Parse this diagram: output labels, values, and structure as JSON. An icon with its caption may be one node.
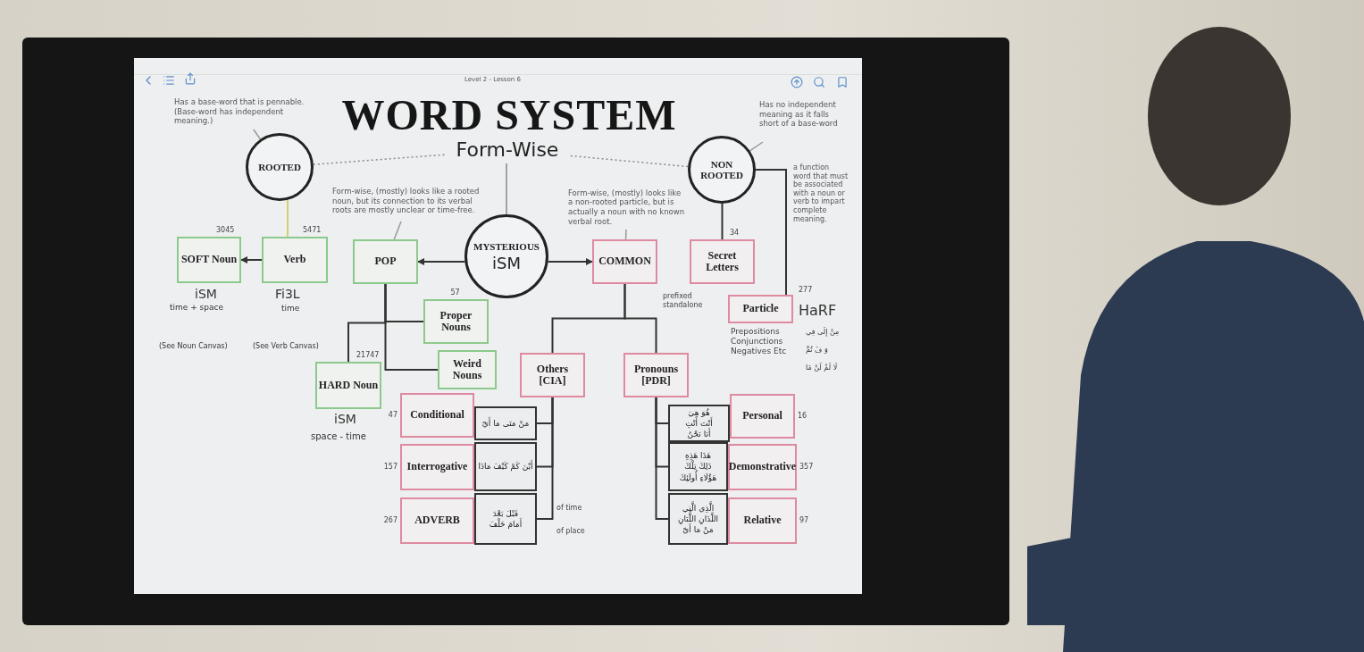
{
  "diagram": {
    "title": "WORD SYSTEM",
    "nodes": [
      {
        "text": [
          "ROOTED"
        ]
      },
      {
        "text": [
          "NON ROOTED"
        ]
      },
      {
        "text": [
          "Form-Wise"
        ]
      },
      {
        "text": [
          "MYSTERIOUS",
          "iSM"
        ]
      },
      {
        "text": [
          "SOFT Noun"
        ],
        "beside": [
          "3045"
        ]
      },
      {
        "text": [
          "Verb"
        ],
        "beside": [
          "5471"
        ]
      },
      {
        "text": [
          "POP"
        ]
      },
      {
        "text": [
          "COMMON"
        ]
      },
      {
        "text": [
          "Secret Letters"
        ],
        "beside": [
          "34"
        ]
      },
      {
        "text": [
          "Proper Nouns"
        ],
        "beside": [
          "57"
        ]
      },
      {
        "text": [
          "Particle"
        ],
        "beside": [
          "277"
        ]
      },
      {
        "text": [
          "Weird Nouns"
        ]
      },
      {
        "text": [
          "HARD Noun"
        ],
        "beside": [
          "21747"
        ]
      },
      {
        "text": [
          "Others",
          "[CIA]"
        ]
      },
      {
        "text": [
          "Pronouns",
          "[PDR]"
        ]
      },
      {
        "text": [
          "Conditional"
        ],
        "beside": [
          "47"
        ]
      },
      {
        "text": [
          "مَنْ مَتَى مَا أَيّ"
        ]
      },
      {
        "text": [
          "Personal"
        ],
        "beside": [
          "16"
        ]
      },
      {
        "text": [
          "هُوَ هِيَ",
          "أَنْتَ أَنْتِ",
          "أَنَا نَحْنُ"
        ]
      },
      {
        "text": [
          "Interrogative"
        ],
        "beside": [
          "157"
        ]
      },
      {
        "text": [
          "أَيْنَ كَمْ كَيْفَ مَاذَا"
        ]
      },
      {
        "text": [
          "Demonstrative"
        ],
        "beside": [
          "357"
        ]
      },
      {
        "text": [
          "هَذَا هَذِهِ",
          "ذَلِكَ تِلْكَ",
          "هَؤُلَاءِ أُولَئِكَ"
        ]
      },
      {
        "text": [
          "ADVERB"
        ],
        "beside": [
          "267"
        ]
      },
      {
        "text": [
          "قَبْلَ بَعْدَ",
          "أَمَامَ خَلْفَ"
        ],
        "beside": [
          "of time",
          "of place"
        ]
      },
      {
        "text": [
          "Relative"
        ],
        "beside": [
          "97"
        ]
      },
      {
        "text": [
          "الَّذِي الَّتِي",
          "اللَّذَانِ اللَّتَانِ",
          "مَنْ مَا أَيّ"
        ]
      },
      {
        "text": [
          "Has a base-word that is pennable. (Base-word has independent meaning.)"
        ]
      },
      {
        "text": [
          "Has no independent meaning as it falls short of a base-word"
        ]
      },
      {
        "text": [
          "Form-wise, (mostly) looks like a rooted noun, but its connection to its verbal roots are mostly unclear or time-free."
        ]
      },
      {
        "text": [
          "Form-wise, (mostly) looks like a non-rooted particle, but is actually a noun with no known verbal root."
        ]
      }
    ],
    "edges": [
      {
        "from": 0,
        "to": 5,
        "arrow": "none",
        "color": "#c8c84a"
      },
      {
        "from": 5,
        "to": 4,
        "arrow": "to"
      },
      {
        "from": 3,
        "to": 6,
        "arrow": "to"
      },
      {
        "from": 3,
        "to": 7,
        "arrow": "to"
      },
      {
        "from": 1,
        "to": 8,
        "arrow": "none"
      },
      {
        "from": 1,
        "to": 10,
        "arrow": "none"
      },
      {
        "from": 6,
        "to": 12,
        "arrow": "none"
      },
      {
        "from": 6,
        "to": 9,
        "arrow": "none"
      },
      {
        "from": 6,
        "to": 11,
        "arrow": "none"
      },
      {
        "from": 7,
        "to": 13,
        "arrow": "none"
      },
      {
        "from": 7,
        "to": 14,
        "arrow": "none"
      },
      {
        "from": 13,
        "to": 16,
        "arrow": "none"
      },
      {
        "from": 13,
        "to": 20,
        "arrow": "none"
      },
      {
        "from": 13,
        "to": 24,
        "arrow": "none"
      },
      {
        "from": 14,
        "to": 18,
        "arrow": "none"
      },
      {
        "from": 14,
        "to": 22,
        "arrow": "none"
      },
      {
        "from": 14,
        "to": 26,
        "arrow": "none"
      },
      {
        "from": 0,
        "to": 2,
        "arrow": "none",
        "style": "dashed",
        "color": "#888888"
      },
      {
        "from": 1,
        "to": 2,
        "arrow": "none",
        "style": "dashed",
        "color": "#888888"
      },
      {
        "from": 2,
        "to": 3,
        "arrow": "none",
        "color": "#888888"
      },
      {
        "from": 27,
        "to": 0,
        "arrow": "none",
        "color": "#999999"
      },
      {
        "from": 28,
        "to": 1,
        "arrow": "none",
        "color": "#999999"
      },
      {
        "from": 29,
        "to": 6,
        "arrow": "none",
        "color": "#999999"
      },
      {
        "from": 30,
        "to": 7,
        "arrow": "none",
        "color": "#999999"
      }
    ],
    "labels": [
      "Level 2 - Lesson 6",
      "iSM",
      "time + space",
      "Fi3L",
      "time",
      "(See Noun Canvas)",
      "(See Verb Canvas)",
      "iSM",
      "space - time",
      "a function word that must be associated with a noun or verb to impart complete meaning.",
      "prefixed standalone",
      "HaRF",
      "Prepositions Conjunctions Negatives Etc",
      "مِنْ إِلَى فِي",
      "وَ فَ ثُمَّ",
      "لَا لَمْ لَنْ مَا"
    ]
  }
}
